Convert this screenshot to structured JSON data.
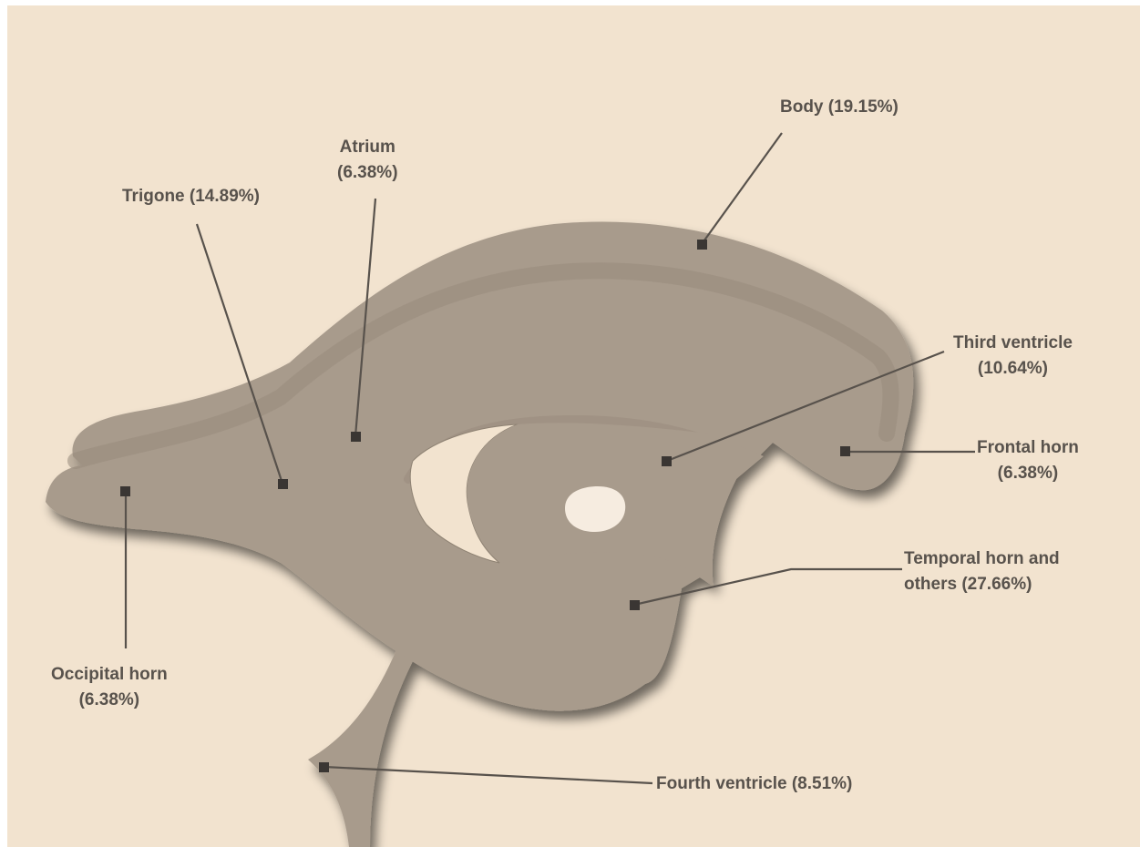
{
  "colors": {
    "background": "#f2e3cf",
    "ventricle_fill": "#a89b8c",
    "ventricle_dark": "#988b7c",
    "leader_line": "#58524c",
    "label_text": "#58524c",
    "marker": "#3a3633"
  },
  "labels": {
    "body": {
      "line1": "Body (19.15%)"
    },
    "atrium": {
      "line1": "Atrium",
      "line2": "(6.38%)"
    },
    "trigone": {
      "line1": "Trigone (14.89%)"
    },
    "third_ventricle": {
      "line1": "Third ventricle",
      "line2": "(10.64%)"
    },
    "frontal_horn": {
      "line1": "Frontal horn",
      "line2": "(6.38%)"
    },
    "temporal_horn": {
      "line1": "Temporal horn and",
      "line2": "others (27.66%)"
    },
    "occipital_horn": {
      "line1": "Occipital horn",
      "line2": "(6.38%)"
    },
    "fourth_ventricle": {
      "line1": "Fourth ventricle (8.51%)"
    }
  }
}
